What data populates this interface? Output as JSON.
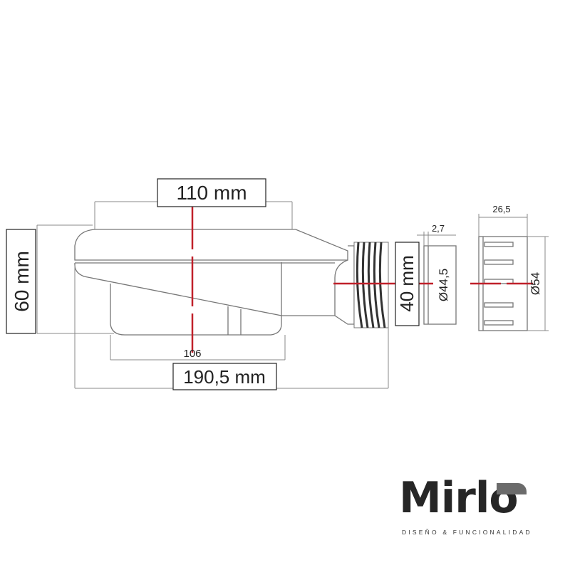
{
  "dimensions": {
    "top_width": "110 mm",
    "height": "60 mm",
    "bottom_width": "106",
    "total_length": "190,5 mm",
    "outlet_height": "40 mm",
    "outlet_diameter": "Ø44,5",
    "wall_thickness": "2,7",
    "adapter_length": "26,5",
    "adapter_diameter": "Ø54"
  },
  "logo": {
    "name": "Mirlo",
    "tagline": "DISEÑO & FUNCIONALIDAD"
  },
  "colors": {
    "axis_line": "#c0202a",
    "outline": "#777777",
    "thread": "#333333"
  }
}
